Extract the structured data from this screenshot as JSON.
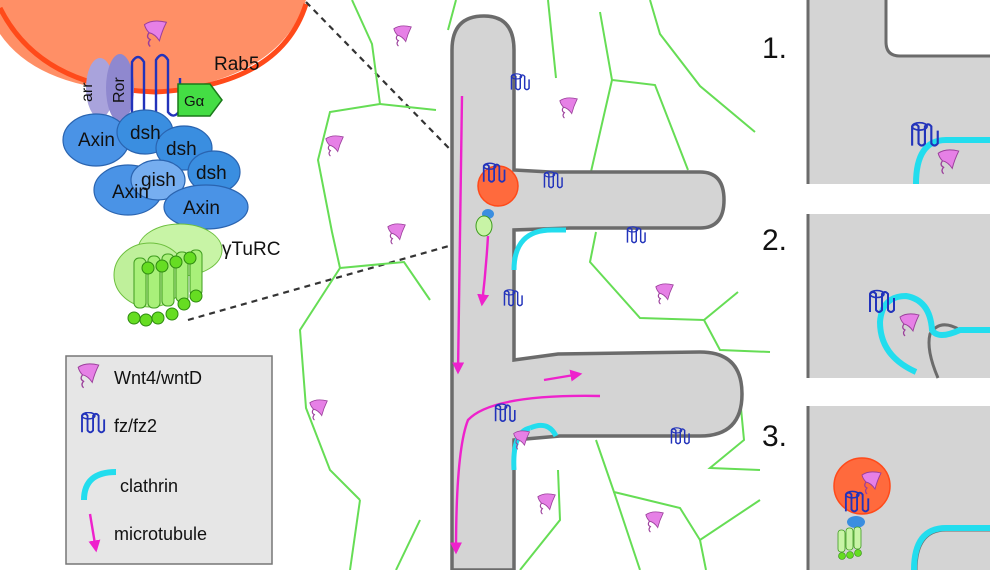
{
  "complex": {
    "rab5": "Rab5",
    "arr": "arr",
    "ror": "Ror",
    "galpha": "Gα",
    "dsh": "dsh",
    "axin": "Axin",
    "gish": "gish",
    "gamma_turc": "γTuRC"
  },
  "legend": {
    "items": [
      {
        "label": "Wnt4/wntD",
        "icon": "wnt-ligand-icon"
      },
      {
        "label": "fz/fz2",
        "icon": "frizzled-receptor-icon"
      },
      {
        "label": "clathrin",
        "icon": "clathrin-icon"
      },
      {
        "label": "microtubule",
        "icon": "microtubule-arrow-icon"
      }
    ]
  },
  "panels": [
    "1.",
    "2.",
    "3."
  ],
  "colors": {
    "rab5": "#ff6a3d",
    "cell_membrane": "#66dd55",
    "dendrite": "#d4d4d4",
    "dendrite_outline": "#6b6b6b",
    "wnt": "#e680e6",
    "frizzled": "#2233bb",
    "clathrin": "#22ddee",
    "microtubule": "#ee22cc",
    "dsh": "#3a8ee0",
    "axin": "#4a93e6",
    "galpha": "#44dd44",
    "turc": "#a9f07a",
    "legend_bg": "#e6e6e6"
  }
}
